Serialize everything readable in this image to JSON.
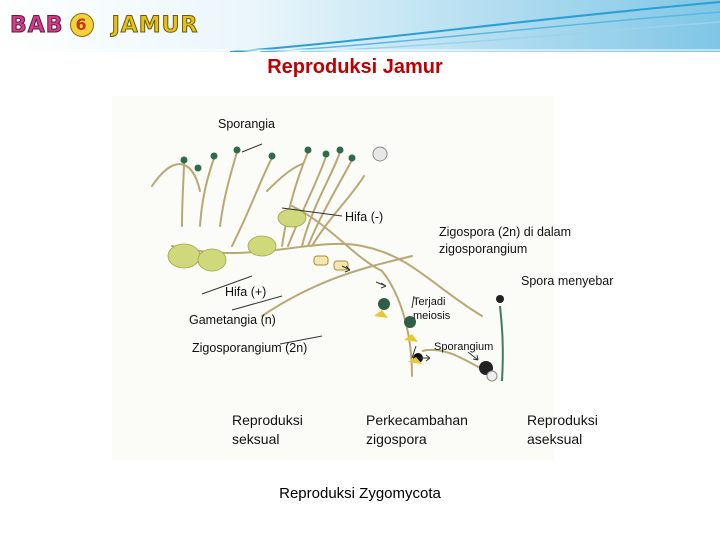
{
  "header": {
    "word1": "BAB",
    "number": "6",
    "word2": "JAMUR"
  },
  "title": "Reproduksi Jamur",
  "diagram": {
    "labels": {
      "sporangia": "Sporangia",
      "hifa_minus": "Hifa (-)",
      "zigospora_line1": "Zigospora (2n) di dalam",
      "zigospora_line2": "zigosporangium",
      "spora_menyebar": "Spora menyebar",
      "hifa_plus": "Hifa (+)",
      "terjadi_line1": "Terjadi",
      "terjadi_line2": "meiosis",
      "gametangia": "Gametangia (n)",
      "sporangium": "Sporangium",
      "zigosporangium": "Zigosporangium (2n)"
    },
    "bottom": {
      "seksual_line1": "Reproduksi",
      "seksual_line2": "seksual",
      "perkecambahan_line1": "Perkecambahan",
      "perkecambahan_line2": "zigospora",
      "aseksual_line1": "Reproduksi",
      "aseksual_line2": "aseksual"
    },
    "caption": "Reproduksi Zygomycota"
  }
}
